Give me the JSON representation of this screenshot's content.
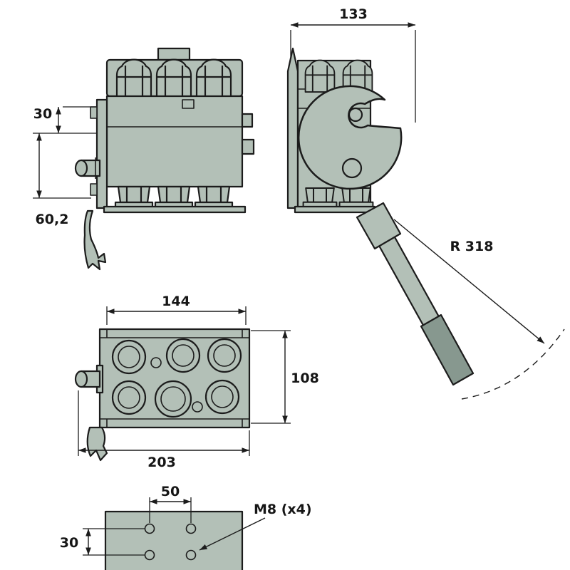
{
  "drawing": {
    "background": "#ffffff",
    "line_color": "#1c1c1c",
    "part_fill": "#b3c0b7",
    "grip_fill": "#87988f",
    "labels": {
      "side_view": {
        "top_offset": "30",
        "bottom_offset": "60,2"
      },
      "lever_view": {
        "overall_width": "133",
        "lever_radius": "R 318"
      },
      "plan_view": {
        "bolt_pattern_width": "144",
        "body_depth": "108",
        "overall_width": "203"
      },
      "mounting_plate": {
        "hole_spacing_horizontal": "50",
        "hole_spacing_vertical": "30",
        "thread_spec": "M8 (x4)"
      }
    }
  }
}
